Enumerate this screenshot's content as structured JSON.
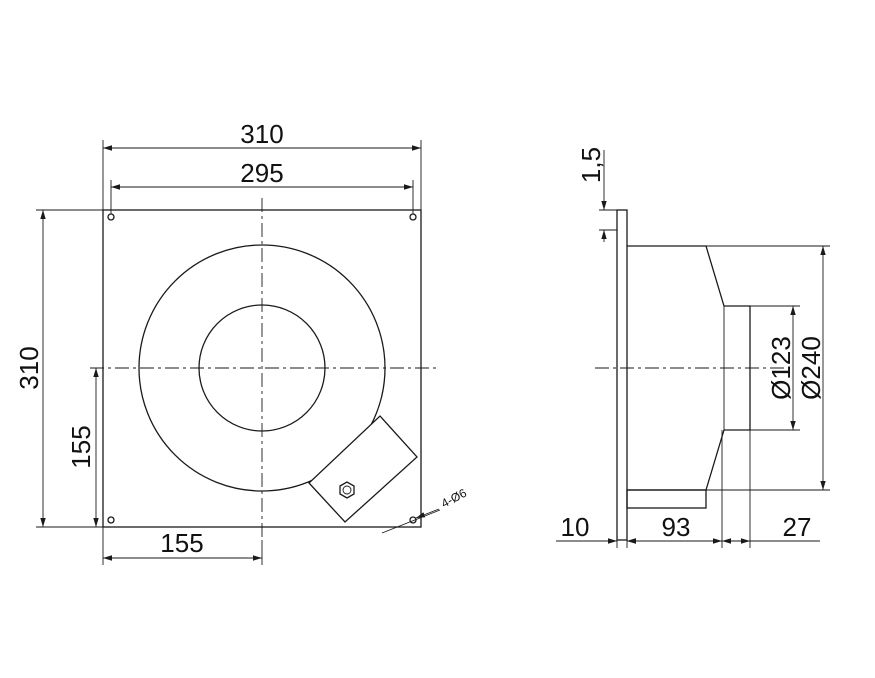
{
  "front_view": {
    "overall_width": "310",
    "hole_spacing_width": "295",
    "overall_height": "310",
    "center_height": "155",
    "center_offset": "155",
    "mounting_holes": "4-Ø6"
  },
  "side_view": {
    "plate_thickness": "1,5",
    "flange_depth": "10",
    "body_depth": "93",
    "outlet_depth": "27",
    "inlet_diameter": "Ø123",
    "housing_diameter": "Ø240"
  }
}
